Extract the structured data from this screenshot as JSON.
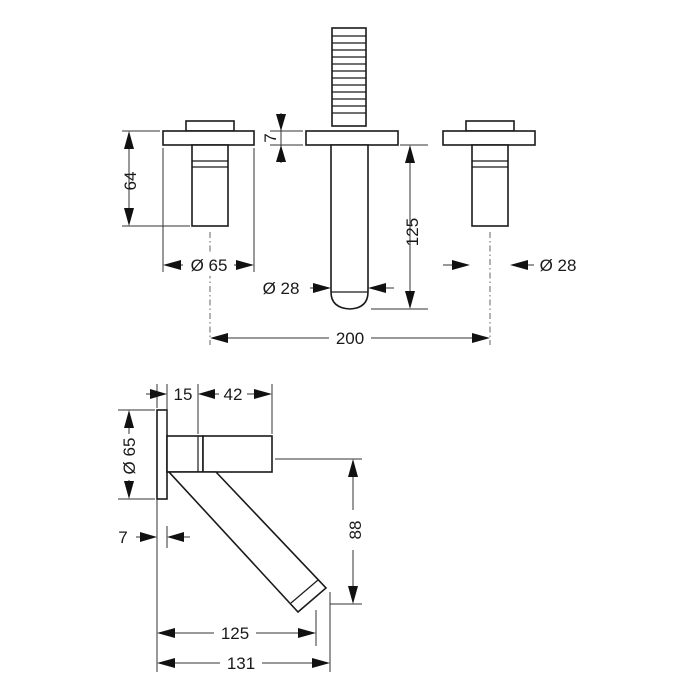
{
  "drawing": {
    "top_view": {
      "left_valve": {
        "height": "64",
        "diameter": "Ø 65"
      },
      "spout": {
        "flange": "7",
        "height": "125",
        "diameter": "Ø 28"
      },
      "right_valve": {
        "diameter": "Ø 28"
      },
      "spacing": "200"
    },
    "side_view": {
      "flange_offset": "15",
      "body_length": "42",
      "flange_diameter": "Ø 65",
      "wall_gap": "7",
      "drop": "88",
      "reach_inner": "125",
      "reach_outer": "131"
    }
  }
}
